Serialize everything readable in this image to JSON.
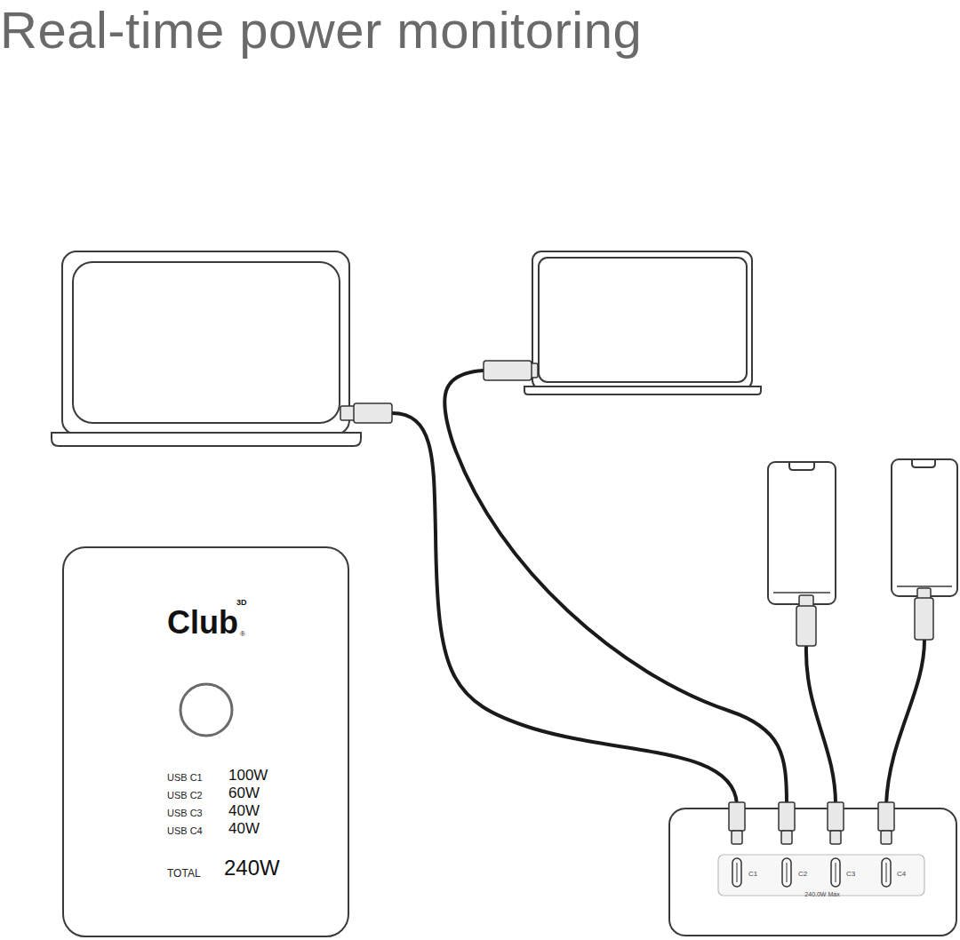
{
  "diagram": {
    "title": "Real-time power monitoring",
    "nodes": [
      {
        "text": [
          "Club",
          "3D",
          "®",
          "USB C1",
          "100W",
          "USB C2",
          "60W",
          "USB C3",
          "40W",
          "USB C4",
          "40W",
          "TOTAL",
          "240W"
        ]
      },
      {
        "text": [
          "C1",
          "C2",
          "C3",
          "C4",
          "240.0W Max"
        ]
      }
    ]
  }
}
